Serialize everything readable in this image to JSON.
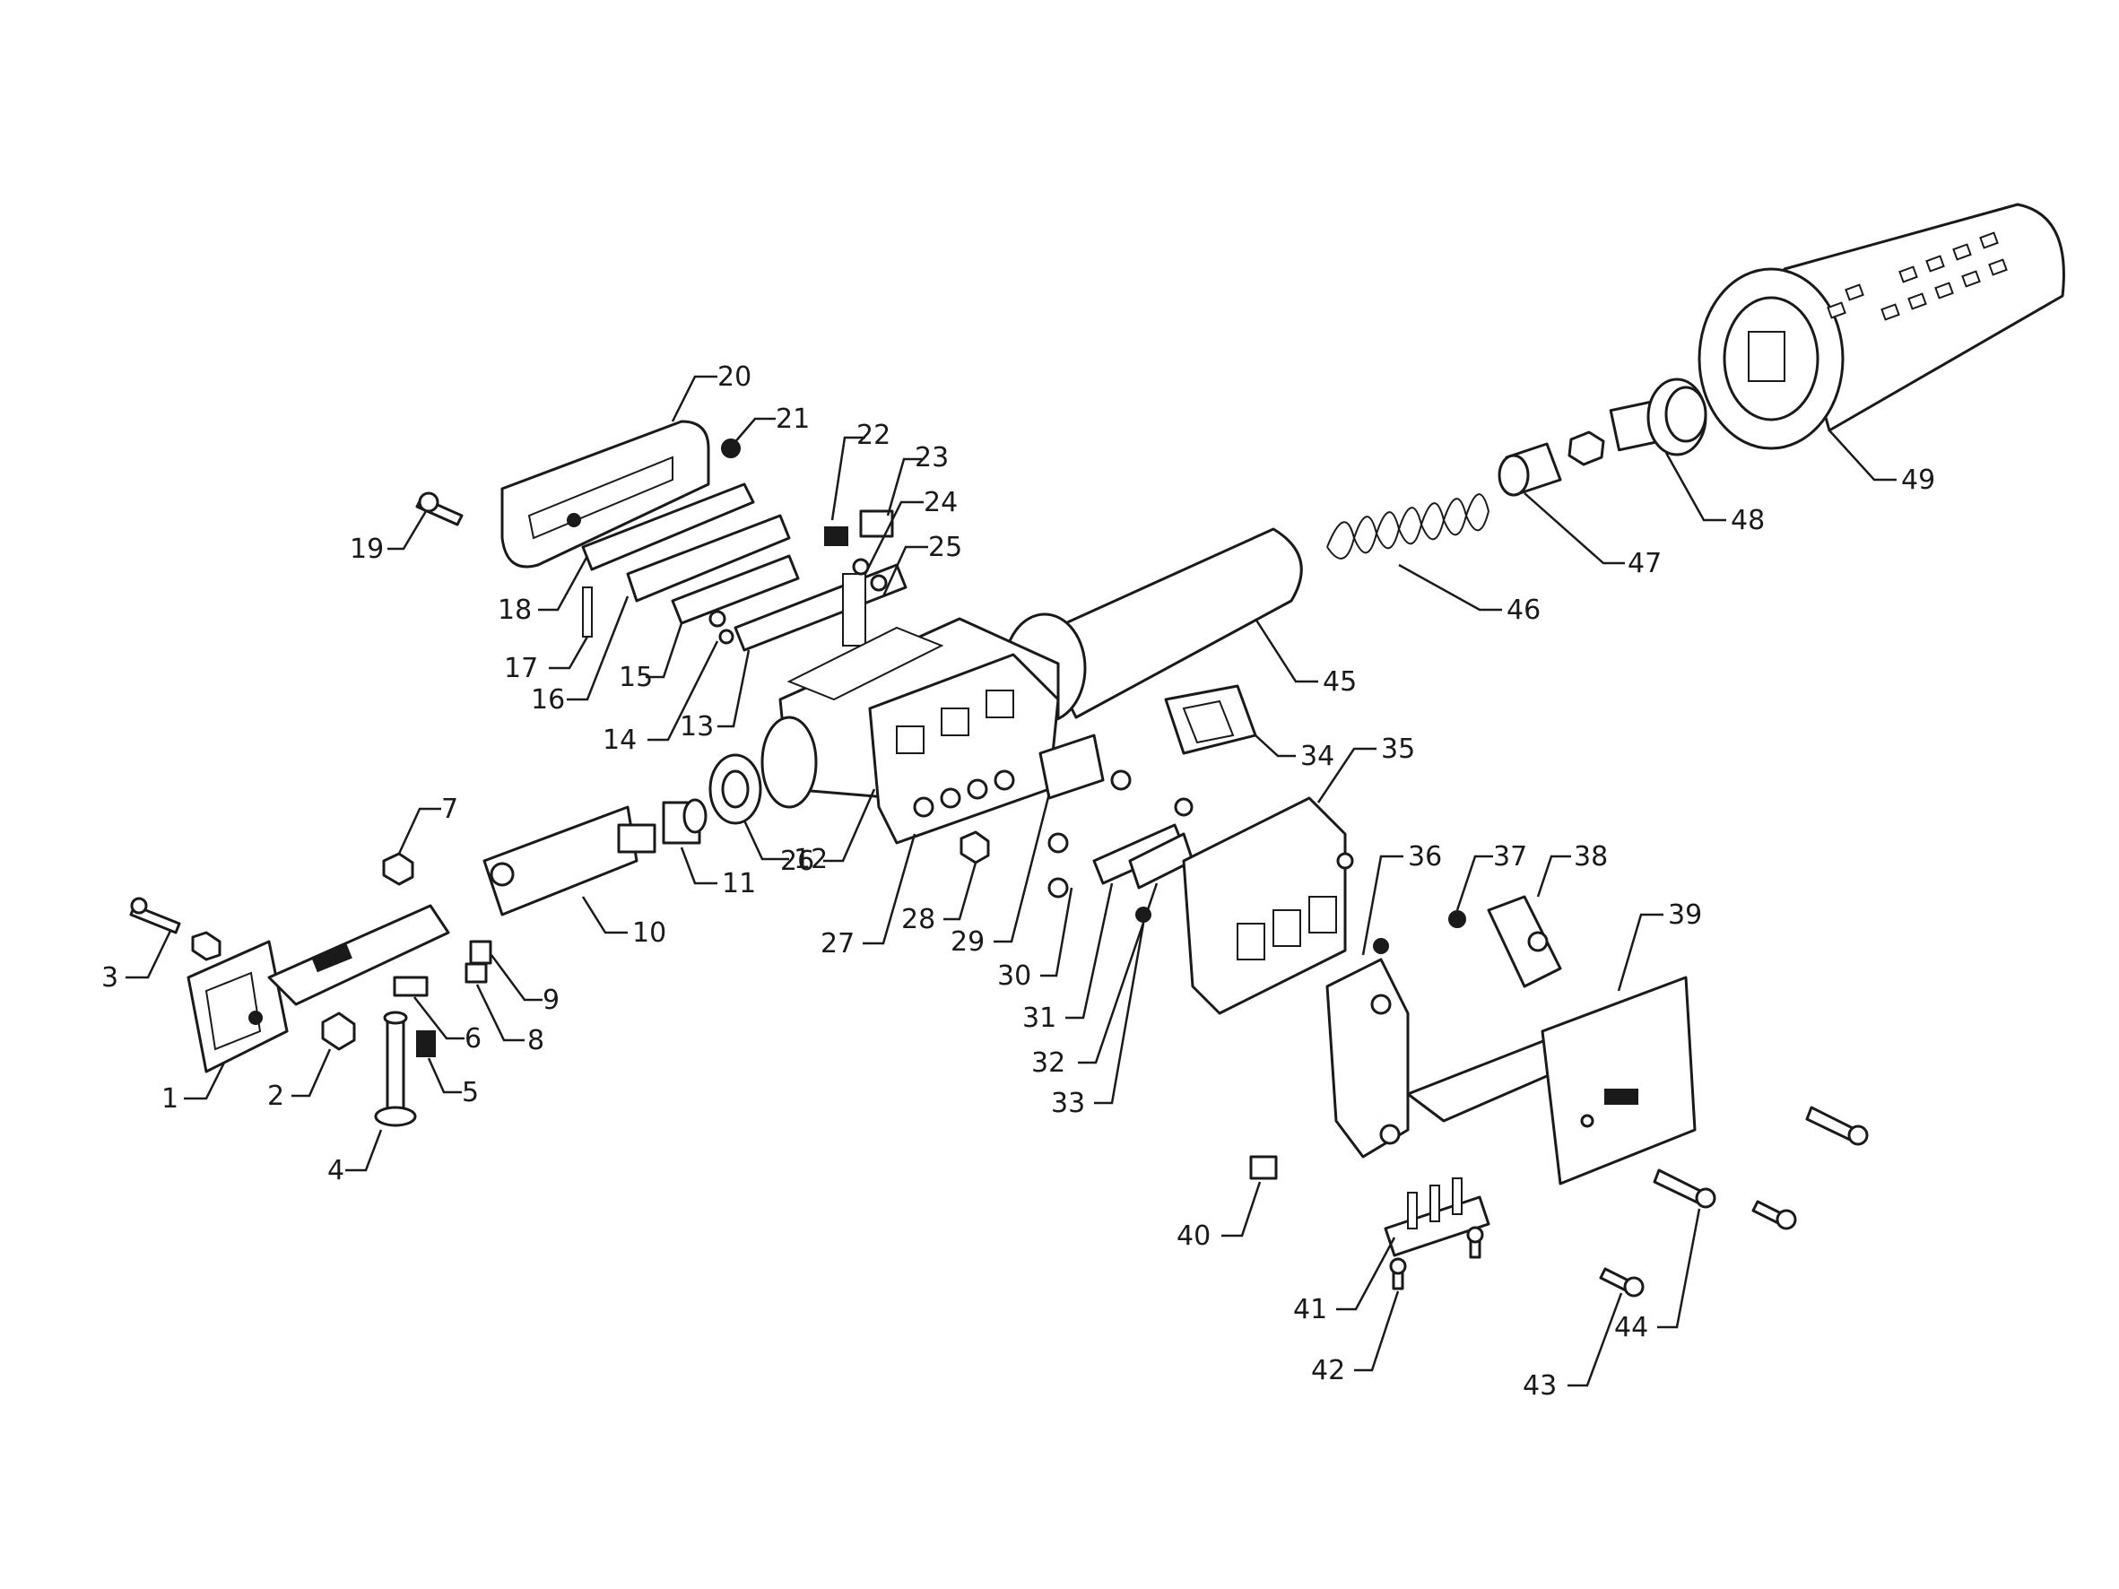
{
  "diagram": {
    "type": "exploded-parts-view",
    "colors": {
      "line": "#1a1a1a",
      "background": "#ffffff"
    },
    "callouts": [
      "1",
      "2",
      "3",
      "4",
      "5",
      "6",
      "7",
      "8",
      "9",
      "10",
      "11",
      "12",
      "13",
      "14",
      "15",
      "16",
      "17",
      "18",
      "19",
      "20",
      "21",
      "22",
      "23",
      "24",
      "25",
      "26",
      "27",
      "28",
      "29",
      "30",
      "31",
      "32",
      "33",
      "34",
      "35",
      "36",
      "37",
      "38",
      "39",
      "40",
      "41",
      "42",
      "43",
      "44",
      "45",
      "46",
      "47",
      "48",
      "49"
    ]
  }
}
